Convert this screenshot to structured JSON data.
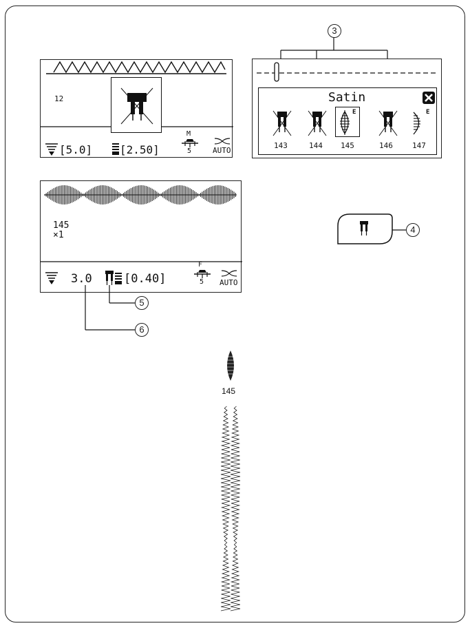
{
  "screen1": {
    "pattern_number": "12",
    "stitch_width": "[5.0]",
    "stitch_length": "[2.50]",
    "foot_letter": "M",
    "foot_number": "5",
    "thread_tension": "AUTO"
  },
  "screen2": {
    "title": "Satin",
    "patterns": [
      "143",
      "144",
      "145",
      "146",
      "147"
    ],
    "badge": "E",
    "callout": "3"
  },
  "screen3": {
    "pattern_number": "145",
    "repeat": "×1",
    "stitch_width": "3.0",
    "stitch_length": "[0.40]",
    "foot_letter": "F",
    "foot_number": "5",
    "thread_tension": "AUTO",
    "callout_twin": "5",
    "callout_width": "6"
  },
  "twin_needle_key": {
    "callout": "4"
  },
  "sample": {
    "pattern_number": "145"
  },
  "icons": [
    "zigzag-stitch-icon",
    "twin-needle-icon",
    "width-icon",
    "length-icon",
    "presser-foot-icon",
    "tension-icon",
    "close-icon",
    "satin-pattern-icon"
  ]
}
